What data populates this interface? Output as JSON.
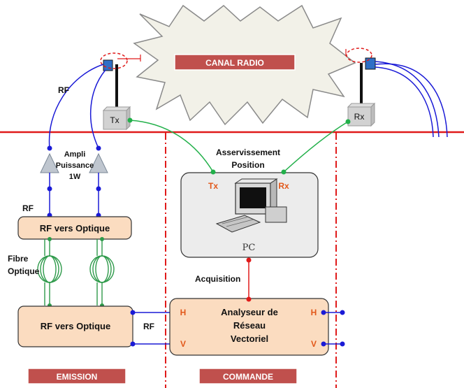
{
  "labels": {
    "canal_radio": "CANAL RADIO",
    "rf_top": "RF",
    "tx": "Tx",
    "rx": "Rx",
    "ampli_1": "Ampli",
    "ampli_2": "Puissance",
    "ampli_3": "1W",
    "rf_mid": "RF",
    "rf_to_optical_top": "RF vers Optique",
    "fibre_1": "Fibre",
    "fibre_2": "Optique",
    "rf_to_optical_bottom": "RF vers Optique",
    "rf_bottom": "RF",
    "asserv_1": "Asservissement",
    "asserv_2": "Position",
    "pc_tx": "Tx",
    "pc_rx": "Rx",
    "pc": "PC",
    "acquisition": "Acquisition",
    "vna_1": "Analyseur de",
    "vna_2": "Réseau",
    "vna_3": "Vectoriel",
    "vna_h_left": "H",
    "vna_v_left": "V",
    "vna_h_right": "H",
    "vna_v_right": "V",
    "emission": "EMISSION",
    "commande": "COMMANDE"
  },
  "colors": {
    "rf_line": "#1a1ad6",
    "fibre_line": "#2e9a4a",
    "control_line": "#22b04a",
    "acq_line": "#e01a1a",
    "ground_line": "#e01a1a",
    "tag_fill": "#c0504d",
    "box_fill": "#fbdcc0",
    "pc_box_fill": "#ececec"
  }
}
